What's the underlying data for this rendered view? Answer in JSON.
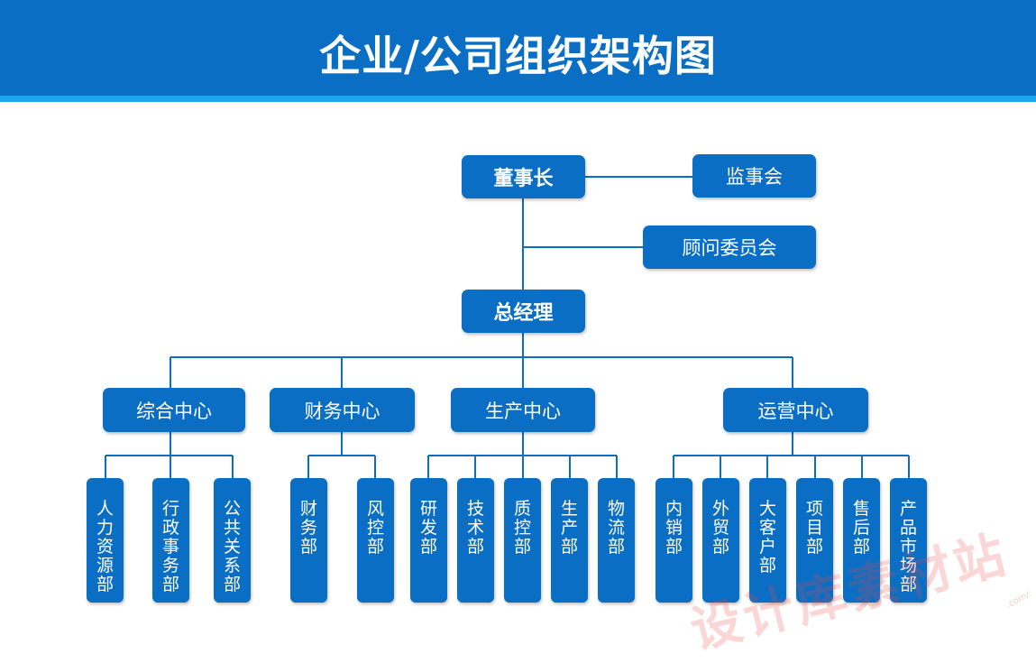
{
  "title": "企业/公司组织架构图",
  "colors": {
    "box": "#0a6fc4",
    "header": "#0a6fc4",
    "stripe": "#19a6ee",
    "line": "#0a6fc4"
  },
  "nodes": {
    "chairman": "董事长",
    "supervisory_board": "监事会",
    "advisory_committee": "顾问委员会",
    "general_manager": "总经理",
    "centers": [
      {
        "label": "综合中心",
        "departments": [
          "人力资源部",
          "行政事务部",
          "公共关系部"
        ]
      },
      {
        "label": "财务中心",
        "departments": [
          "财务部",
          "风控部"
        ]
      },
      {
        "label": "生产中心",
        "departments": [
          "研发部",
          "技术部",
          "质控部",
          "生产部",
          "物流部"
        ]
      },
      {
        "label": "运营中心",
        "departments": [
          "内销部",
          "外贸部",
          "大客户部",
          "项目部",
          "售后部",
          "产品市场部"
        ]
      }
    ]
  },
  "watermark": {
    "text": "设计库素材站",
    "small": ".com/"
  }
}
